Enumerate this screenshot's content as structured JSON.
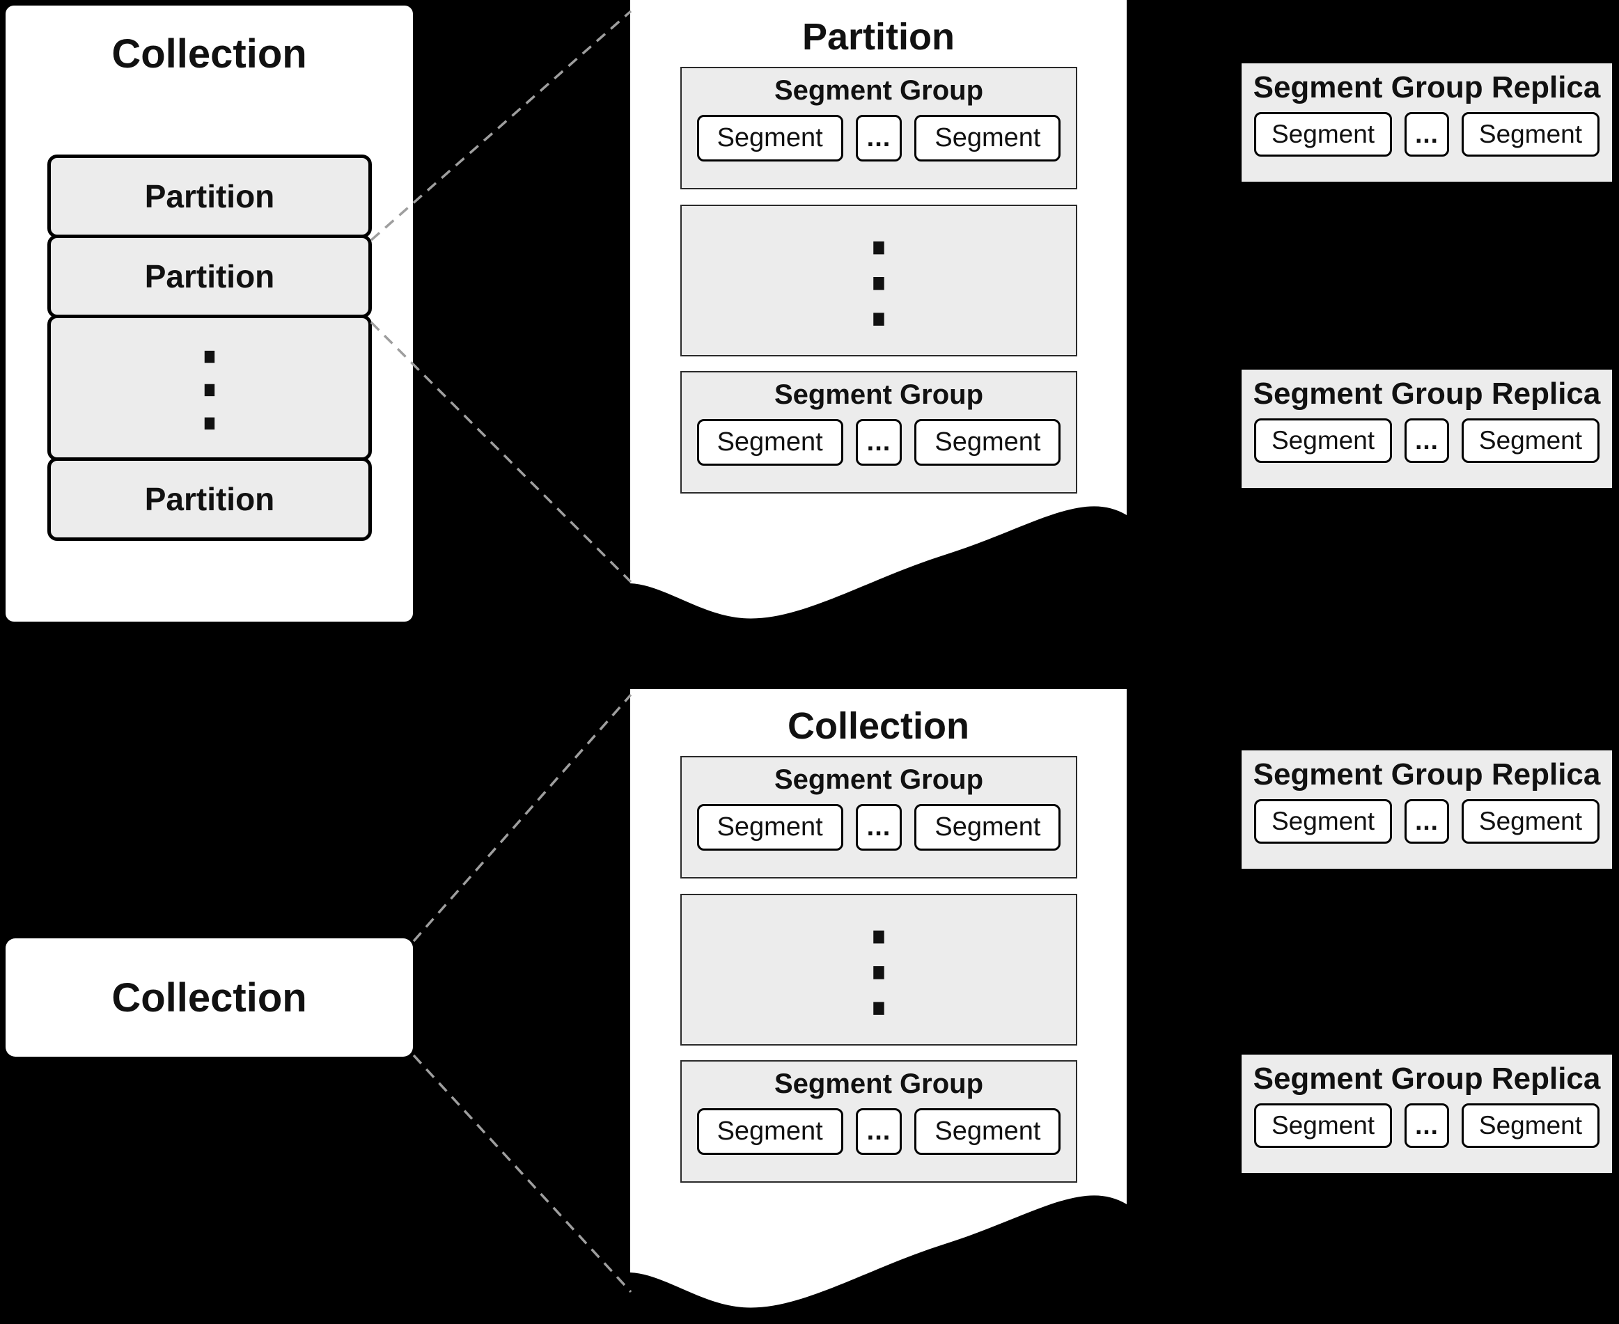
{
  "colors": {
    "background": "#000000",
    "panel_fill": "#ffffff",
    "box_fill": "#ececec",
    "border": "#000000",
    "connector": "#9e9e9e"
  },
  "collection_panel": {
    "title": "Collection",
    "rows": [
      {
        "type": "partition",
        "label": "Partition"
      },
      {
        "type": "partition",
        "label": "Partition"
      },
      {
        "type": "ellipsis",
        "label": "⋮"
      },
      {
        "type": "partition",
        "label": "Partition"
      }
    ]
  },
  "partition_doc": {
    "title": "Partition",
    "groups": [
      {
        "title": "Segment Group",
        "segments": [
          "Segment",
          "...",
          "Segment"
        ]
      },
      {
        "title": "Segment Group",
        "segments": [
          "Segment",
          "...",
          "Segment"
        ]
      }
    ],
    "ellipsis": "⋮"
  },
  "collection_doc": {
    "title": "Collection",
    "groups": [
      {
        "title": "Segment Group",
        "segments": [
          "Segment",
          "...",
          "Segment"
        ]
      },
      {
        "title": "Segment Group",
        "segments": [
          "Segment",
          "...",
          "Segment"
        ]
      }
    ],
    "ellipsis": "⋮"
  },
  "collection_box": {
    "title": "Collection"
  },
  "replicas": [
    {
      "title": "Segment Group Replica",
      "segments": [
        "Segment",
        "...",
        "Segment"
      ]
    },
    {
      "title": "Segment Group Replica",
      "segments": [
        "Segment",
        "...",
        "Segment"
      ]
    },
    {
      "title": "Segment Group Replica",
      "segments": [
        "Segment",
        "...",
        "Segment"
      ]
    },
    {
      "title": "Segment Group Replica",
      "segments": [
        "Segment",
        "...",
        "Segment"
      ]
    }
  ]
}
